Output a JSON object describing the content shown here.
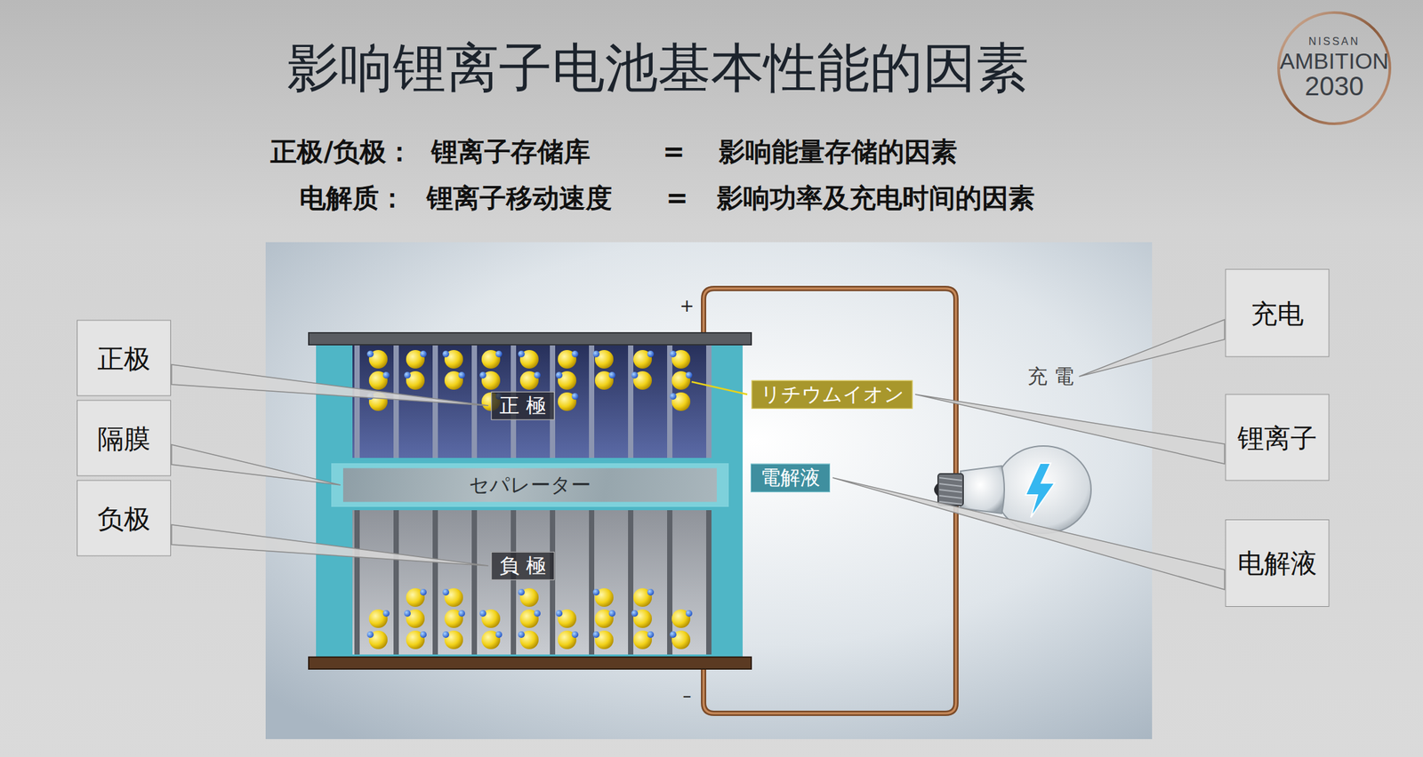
{
  "diagram": {
    "title": "影响锂离子电池基本性能的因素",
    "nodes": [
      {
        "text": [
          "正极"
        ]
      },
      {
        "text": [
          "隔膜"
        ]
      },
      {
        "text": [
          "负极"
        ]
      },
      {
        "text": [
          "正 極"
        ]
      },
      {
        "text": [
          "セパレーター"
        ]
      },
      {
        "text": [
          "負 極"
        ]
      },
      {
        "text": [
          "リチウムイオン"
        ]
      },
      {
        "text": [
          "電解液"
        ]
      },
      {
        "text": [
          "充 電"
        ]
      },
      {
        "text": [
          "充电"
        ]
      },
      {
        "text": [
          "锂离子"
        ]
      },
      {
        "text": [
          "电解液"
        ]
      }
    ],
    "edges": [
      {
        "from": 0,
        "to": 3,
        "arrow": "none"
      },
      {
        "from": 1,
        "to": 4,
        "arrow": "none"
      },
      {
        "from": 2,
        "to": 5,
        "arrow": "none"
      },
      {
        "from": 9,
        "to": 8,
        "arrow": "none"
      },
      {
        "from": 10,
        "to": 6,
        "arrow": "none"
      },
      {
        "from": 11,
        "to": 7,
        "arrow": "none"
      }
    ],
    "labels": [
      "正极/负极：",
      "锂离子存储库",
      "=",
      "影响能量存储的因素",
      "电解质：",
      "锂离子移动速度",
      "=",
      "影响功率及充电时间的因素",
      "NISSAN",
      "AMBITION",
      "2030",
      "+",
      "–"
    ]
  }
}
